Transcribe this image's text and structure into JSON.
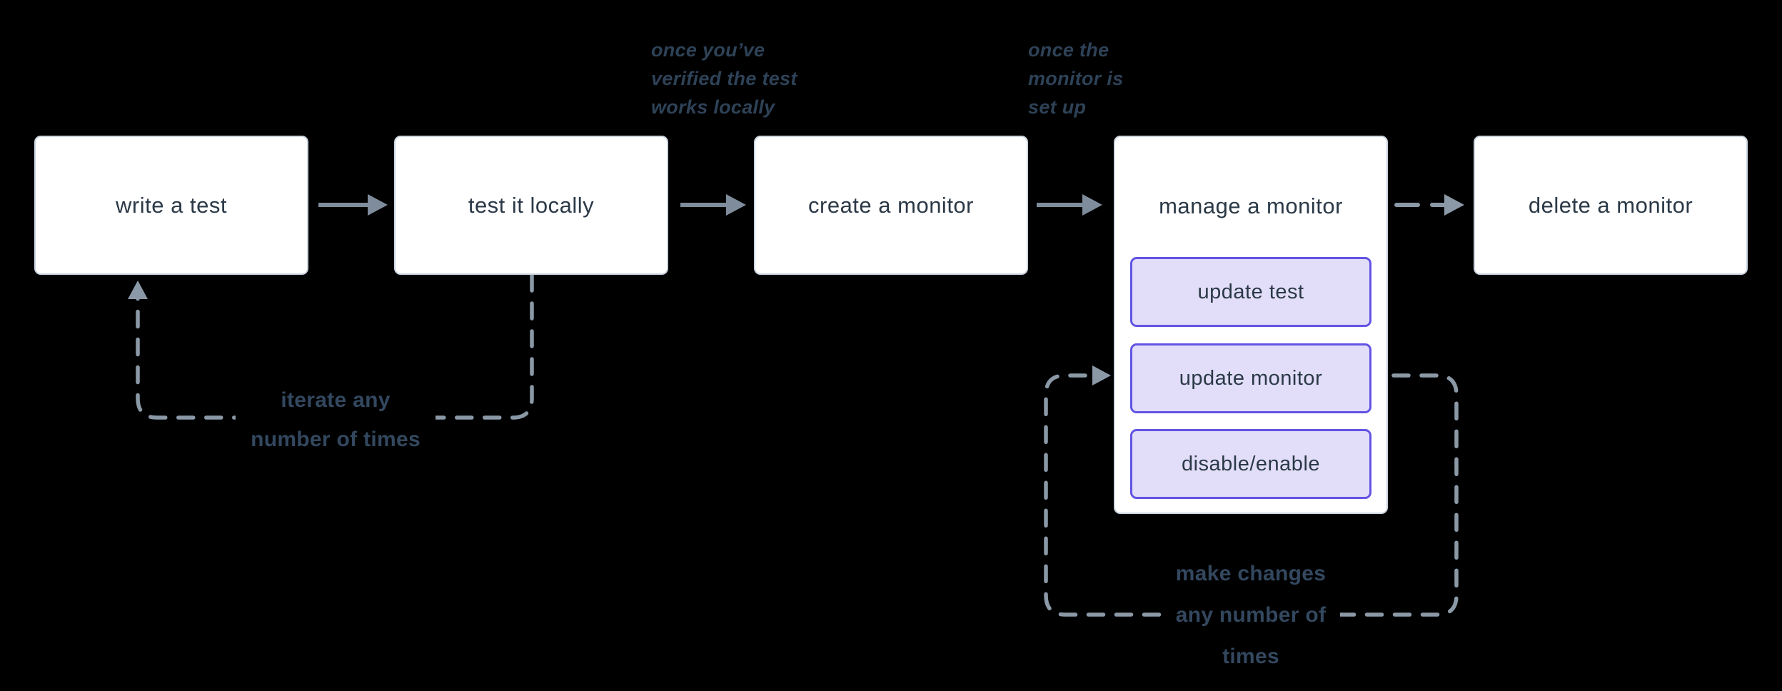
{
  "canvas": {
    "background": "#000000"
  },
  "colors": {
    "node_fill": "#ffffff",
    "node_border": "#cbd5df",
    "node_text": "#2b3947",
    "subnode_fill": "#e2def9",
    "subnode_border": "#6254e3",
    "arrow_solid": "#7e8c9c",
    "arrow_dashed": "#8b99a7",
    "label_text": "#2e4257"
  },
  "nodes": [
    {
      "label": "write a test"
    },
    {
      "label": "test it locally"
    },
    {
      "label": "create a monitor"
    },
    {
      "label": "manage a monitor",
      "children": [
        {
          "label": "update test"
        },
        {
          "label": "update monitor"
        },
        {
          "label": "disable/enable"
        }
      ]
    },
    {
      "label": "delete a monitor"
    }
  ],
  "annotations": [
    {
      "lines": [
        "once you’ve",
        "verified the test",
        "works locally"
      ]
    },
    {
      "lines": [
        "once the",
        "monitor is",
        "set up"
      ]
    }
  ],
  "loop_labels": [
    {
      "lines": [
        "iterate any",
        "number of times"
      ]
    },
    {
      "lines": [
        "make changes",
        "any number of",
        "times"
      ]
    }
  ]
}
